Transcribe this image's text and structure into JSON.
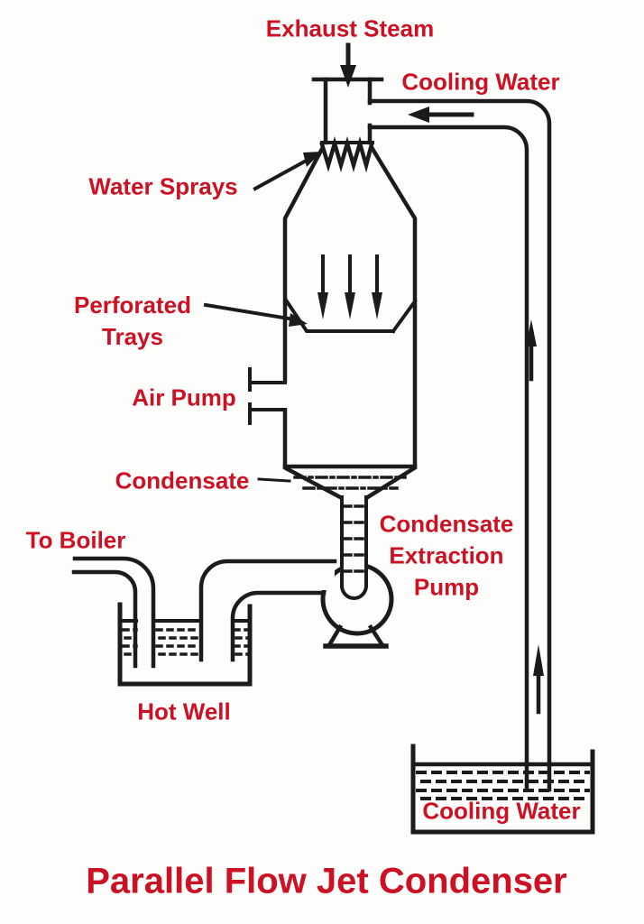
{
  "diagram": {
    "title": "Parallel Flow Jet Condenser",
    "labels": {
      "exhaust_steam": "Exhaust Steam",
      "cooling_water_top": "Cooling Water",
      "water_sprays": "Water Sprays",
      "perforated_trays_line1": "Perforated",
      "perforated_trays_line2": "Trays",
      "air_pump": "Air Pump",
      "condensate": "Condensate",
      "cep_line1": "Condensate",
      "cep_line2": "Extraction",
      "cep_line3": "Pump",
      "to_boiler": "To Boiler",
      "hot_well": "Hot Well",
      "cooling_water_bottom": "Cooling Water"
    },
    "colors": {
      "label_red": "#cd1125",
      "line_black": "#1b1b1b",
      "background": "#fdfdfc"
    }
  }
}
